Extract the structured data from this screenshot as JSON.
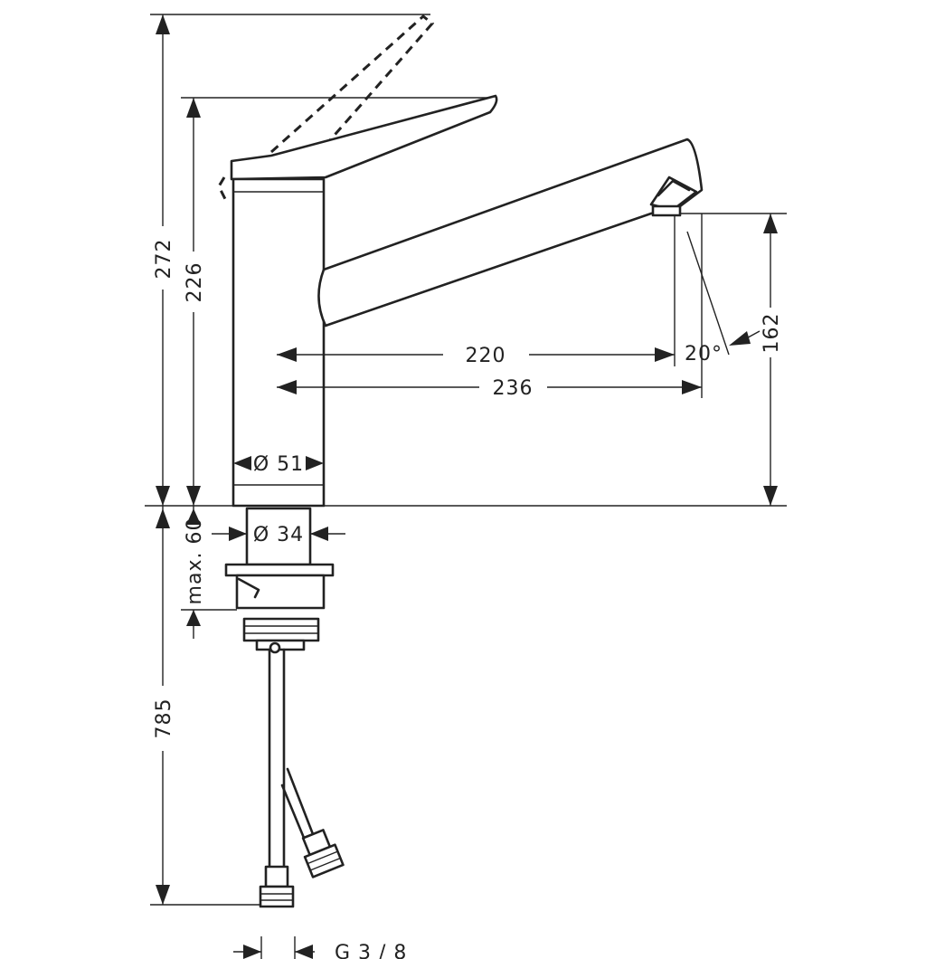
{
  "drawing": {
    "colors": {
      "line": "#222222",
      "background": "#ffffff"
    },
    "dimensions": {
      "total_height": "272",
      "spout_height_top": "226",
      "spout_reach": "220",
      "overall_reach": "236",
      "outlet_height": "162",
      "spray_angle": "20°",
      "body_diameter": "Ø 51",
      "mount_diameter": "Ø 34",
      "max_deck_thickness": "max. 60",
      "hose_length": "785",
      "connection_thread": "G 3 / 8"
    }
  }
}
